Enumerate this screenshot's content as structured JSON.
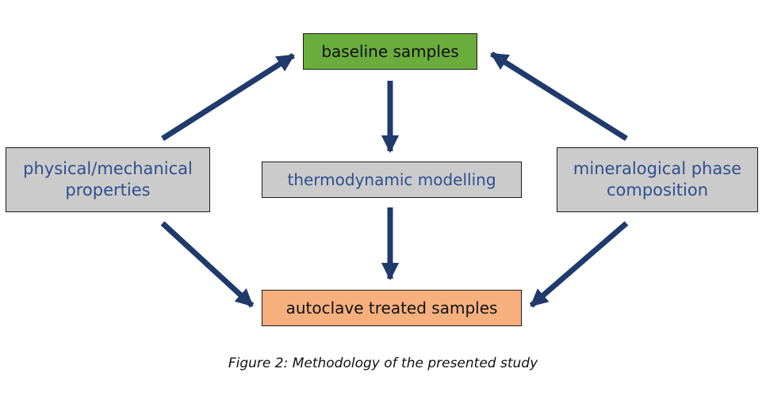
{
  "nodes": {
    "baseline": "baseline samples",
    "thermo": "thermodynamic modelling",
    "physical": "physical/mechanical properties",
    "mineral": "mineralogical phase composition",
    "autoclave": "autoclave treated samples"
  },
  "caption": "Figure 2: Methodology of the presented study",
  "colors": {
    "arrow": "#1f3a6b",
    "baseline_fill": "#6aad3d",
    "autoclave_fill": "#f6b07e",
    "grey_fill": "#cbcbcb",
    "blue_text": "#2e4f8f"
  }
}
